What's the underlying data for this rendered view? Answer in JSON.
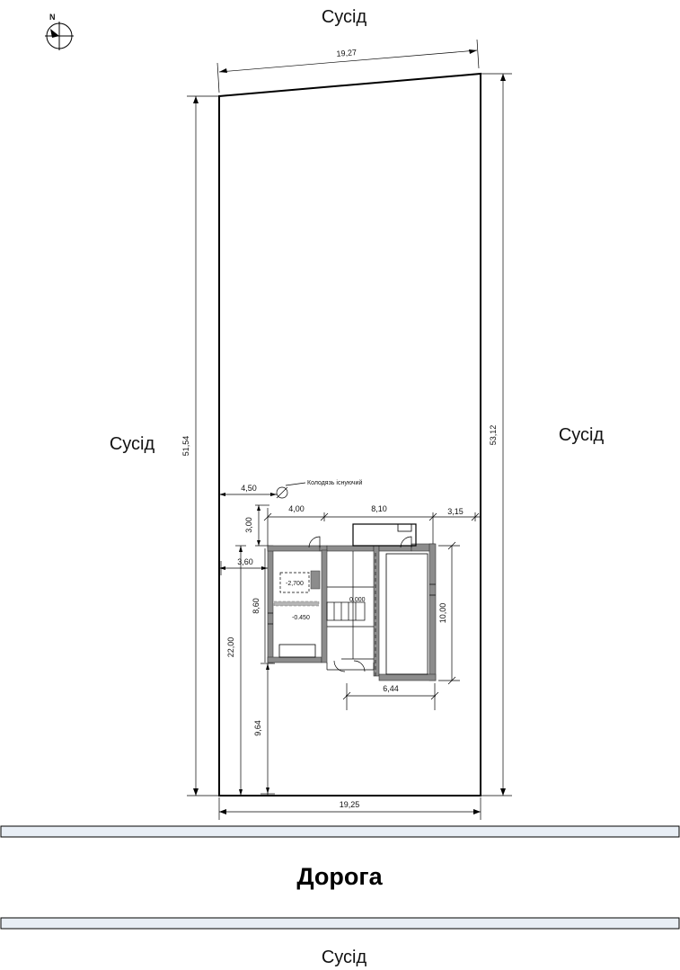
{
  "labels": {
    "neighbor_top": "Сусід",
    "neighbor_left": "Сусід",
    "neighbor_right": "Сусід",
    "neighbor_bottom": "Сусід",
    "road": "Дорога",
    "well": "Колодязь існуючий",
    "compass": "N"
  },
  "dimensions": {
    "top_width": "19,27",
    "bottom_width": "19,25",
    "left_length": "51,54",
    "right_length": "53,12",
    "well_offset": "4,50",
    "house_offset_top": "3,00",
    "house_offset_left": "3,60",
    "house_to_road": "22,00",
    "house_front_to_road": "9,64",
    "house_depth_left": "8,60",
    "house_depth_right": "10,00",
    "seg_a": "4,00",
    "seg_b": "8,10",
    "seg_c": "3,15",
    "garage_width": "6,44"
  },
  "levels": {
    "basement": "-2,700",
    "ground": "0.000",
    "lower": "-0.450"
  },
  "colors": {
    "road_fill": "#e8eef5",
    "wall_fill": "#8c8c8c"
  }
}
